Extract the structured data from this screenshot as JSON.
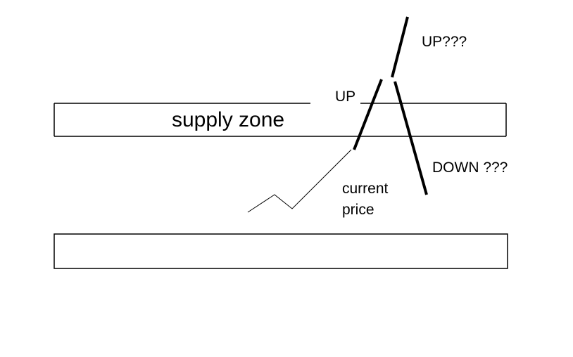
{
  "zones": {
    "supply": {
      "label": "supply zone"
    },
    "lower": {
      "label": ""
    }
  },
  "annotations": {
    "up_question": "UP???",
    "up": "UP",
    "down_question": "DOWN ???",
    "current_price_line1": "current",
    "current_price_line2": "price"
  },
  "colors": {
    "stroke": "#000000",
    "background": "#ffffff"
  }
}
